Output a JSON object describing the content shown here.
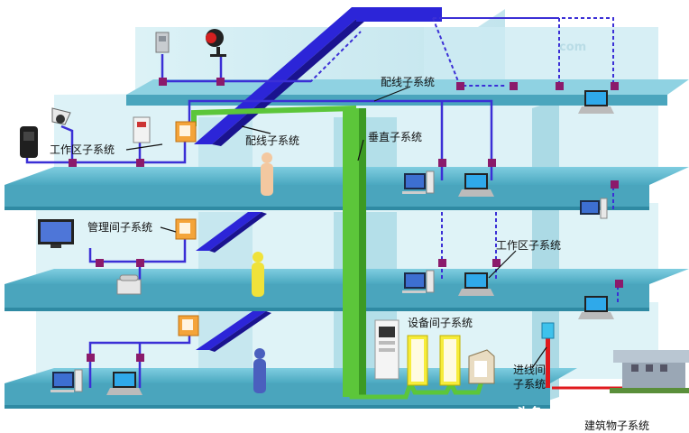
{
  "labels": {
    "horizontal_top": "配线子系统",
    "horizontal_mid": "配线子系统",
    "work_area_left": "工作区子系统",
    "vertical": "垂直子系统",
    "admin": "管理间子系统",
    "work_area_right": "工作区子系统",
    "equipment_room": "设备间子系统",
    "entrance_line1": "进线间",
    "entrance_line2": "子系统",
    "building_complex": "建筑物子系统"
  },
  "watermark": {
    "top_com": "com",
    "footer": "头条 @智能化弱电圈"
  },
  "colors": {
    "floor": "#5bb8cc",
    "wall": "#c4e7ef",
    "horizontal_cable": "#3b2fd6",
    "vertical_cable": "#5cc63a",
    "building_cable": "#e0191d",
    "outlet": "#8b1a6b"
  }
}
